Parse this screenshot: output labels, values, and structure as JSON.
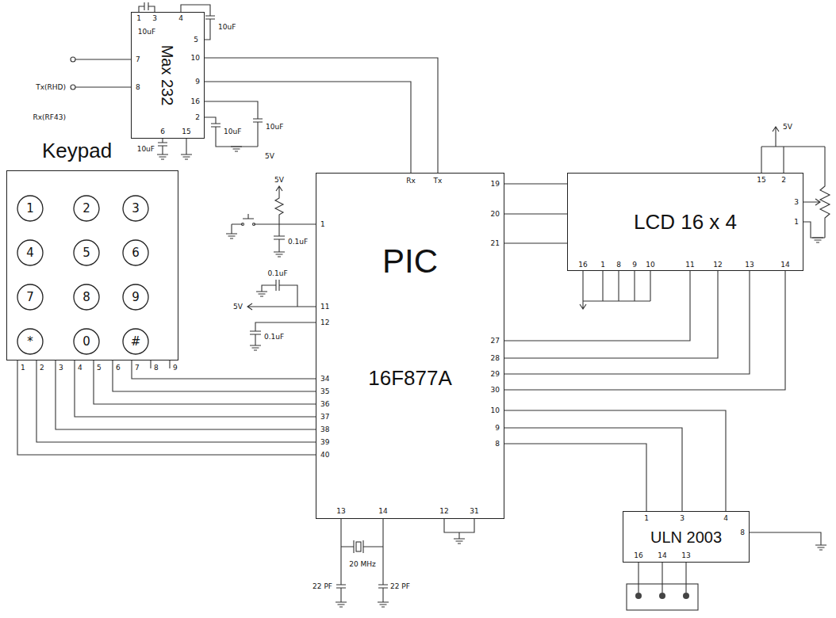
{
  "diagram": {
    "nodes": [
      {
        "text": [
          "Max 232"
        ]
      },
      {
        "text": [
          "Keypad"
        ]
      },
      {
        "text": [
          "1"
        ],
        "in": 1
      },
      {
        "text": [
          "2"
        ],
        "in": 1
      },
      {
        "text": [
          "3"
        ],
        "in": 1
      },
      {
        "text": [
          "4"
        ],
        "in": 1
      },
      {
        "text": [
          "5"
        ],
        "in": 1
      },
      {
        "text": [
          "6"
        ],
        "in": 1
      },
      {
        "text": [
          "7"
        ],
        "in": 1
      },
      {
        "text": [
          "8"
        ],
        "in": 1
      },
      {
        "text": [
          "9"
        ],
        "in": 1
      },
      {
        "text": [
          "*"
        ],
        "in": 1
      },
      {
        "text": [
          "0"
        ],
        "in": 1
      },
      {
        "text": [
          "#"
        ],
        "in": 1
      },
      {
        "text": [
          "PIC",
          "16F877A"
        ]
      },
      {
        "text": [
          "LCD 16 x 4"
        ]
      },
      {
        "text": [
          "ULN 2003"
        ]
      }
    ],
    "edges": [
      {
        "from": 0,
        "to": 14,
        "arrow": "none"
      },
      {
        "from": 0,
        "to": 14,
        "arrow": "none"
      },
      {
        "from": 1,
        "to": 14,
        "arrow": "none"
      },
      {
        "from": 1,
        "to": 14,
        "arrow": "none"
      },
      {
        "from": 1,
        "to": 14,
        "arrow": "none"
      },
      {
        "from": 1,
        "to": 14,
        "arrow": "none"
      },
      {
        "from": 1,
        "to": 14,
        "arrow": "none"
      },
      {
        "from": 1,
        "to": 14,
        "arrow": "none"
      },
      {
        "from": 1,
        "to": 14,
        "arrow": "none"
      },
      {
        "from": 14,
        "to": 15,
        "arrow": "none"
      },
      {
        "from": 14,
        "to": 15,
        "arrow": "none"
      },
      {
        "from": 14,
        "to": 15,
        "arrow": "none"
      },
      {
        "from": 14,
        "to": 15,
        "arrow": "none"
      },
      {
        "from": 14,
        "to": 15,
        "arrow": "none"
      },
      {
        "from": 14,
        "to": 15,
        "arrow": "none"
      },
      {
        "from": 14,
        "to": 15,
        "arrow": "none"
      },
      {
        "from": 14,
        "to": 16,
        "arrow": "none"
      },
      {
        "from": 14,
        "to": 16,
        "arrow": "none"
      },
      {
        "from": 14,
        "to": 16,
        "arrow": "none"
      }
    ],
    "labels": [
      "1",
      "3",
      "10uF",
      "4",
      "5",
      "10uF",
      "7",
      "8",
      "Tx(RHD)",
      "Rx(RF43)",
      "10",
      "9",
      "16",
      "2",
      "6",
      "15",
      "10uF",
      "10uF",
      "10uF",
      "5V",
      "1",
      "2",
      "3",
      "4",
      "5",
      "6",
      "7",
      "8",
      "9",
      "5V",
      "1",
      "0.1uF",
      "0.1uF",
      "5V",
      "11",
      "12",
      "0.1uF",
      "34",
      "35",
      "36",
      "37",
      "38",
      "39",
      "40",
      "Rx",
      "Tx",
      "19",
      "20",
      "21",
      "27",
      "28",
      "29",
      "30",
      "10",
      "9",
      "8",
      "13",
      "14",
      "12",
      "31",
      "20 MHz",
      "22 PF",
      "22 PF",
      "5V",
      "15",
      "2",
      "3",
      "1",
      "16",
      "1",
      "8",
      "9",
      "10",
      "11",
      "12",
      "13",
      "14",
      "1",
      "3",
      "4",
      "8",
      "16",
      "14",
      "13"
    ]
  }
}
